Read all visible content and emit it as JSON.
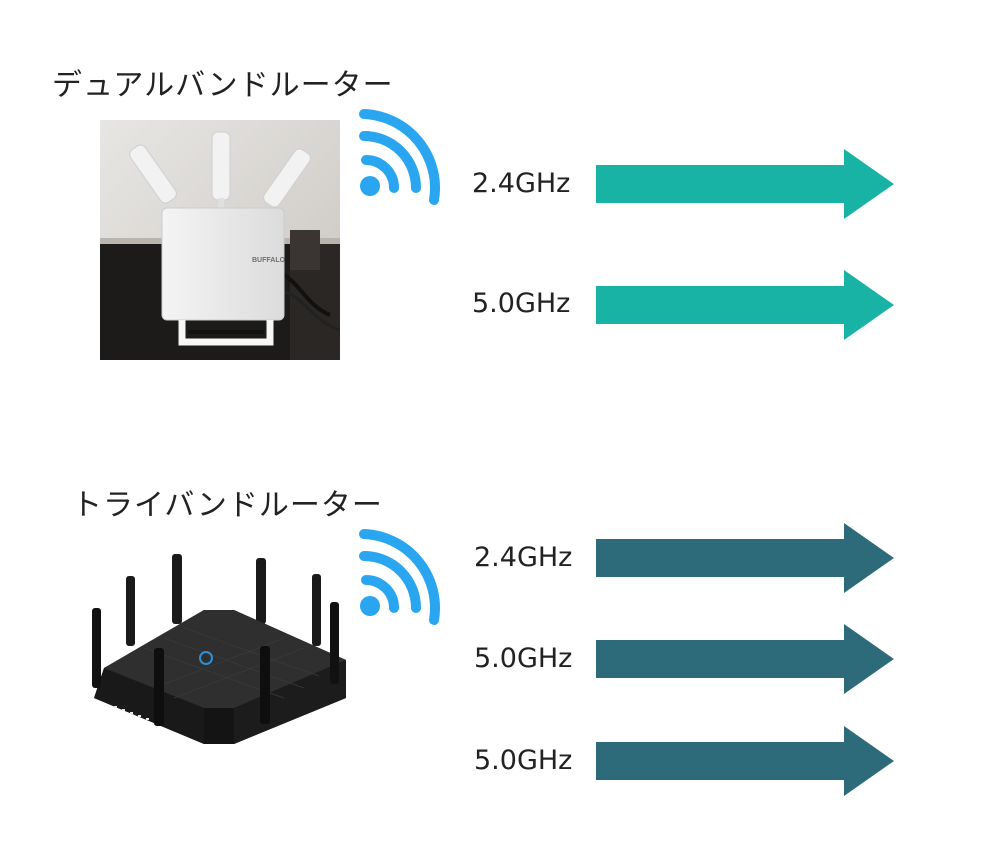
{
  "dual_band": {
    "title": "デュアルバンドルーター",
    "bands": [
      "2.4GHz",
      "5.0GHz"
    ],
    "router_brand": "BUFFALO",
    "arrow_color": "#19b3a5"
  },
  "tri_band": {
    "title": "トライバンドルーター",
    "bands": [
      "2.4GHz",
      "5.0GHz",
      "5.0GHz"
    ],
    "arrow_color": "#2d6b7a"
  },
  "icons": {
    "wifi": "wifi-signal-icon",
    "wifi_color": "#2aa6f0",
    "arrow": "right-arrow-icon"
  }
}
